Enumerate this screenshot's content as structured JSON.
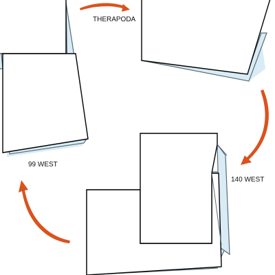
{
  "labels": {
    "top": "THERAPODA",
    "right": "140 WEST",
    "left": "99 WEST"
  },
  "colors": {
    "arrow": "#d9531e",
    "curl": "#d9ecf6",
    "outline": "#000000"
  }
}
